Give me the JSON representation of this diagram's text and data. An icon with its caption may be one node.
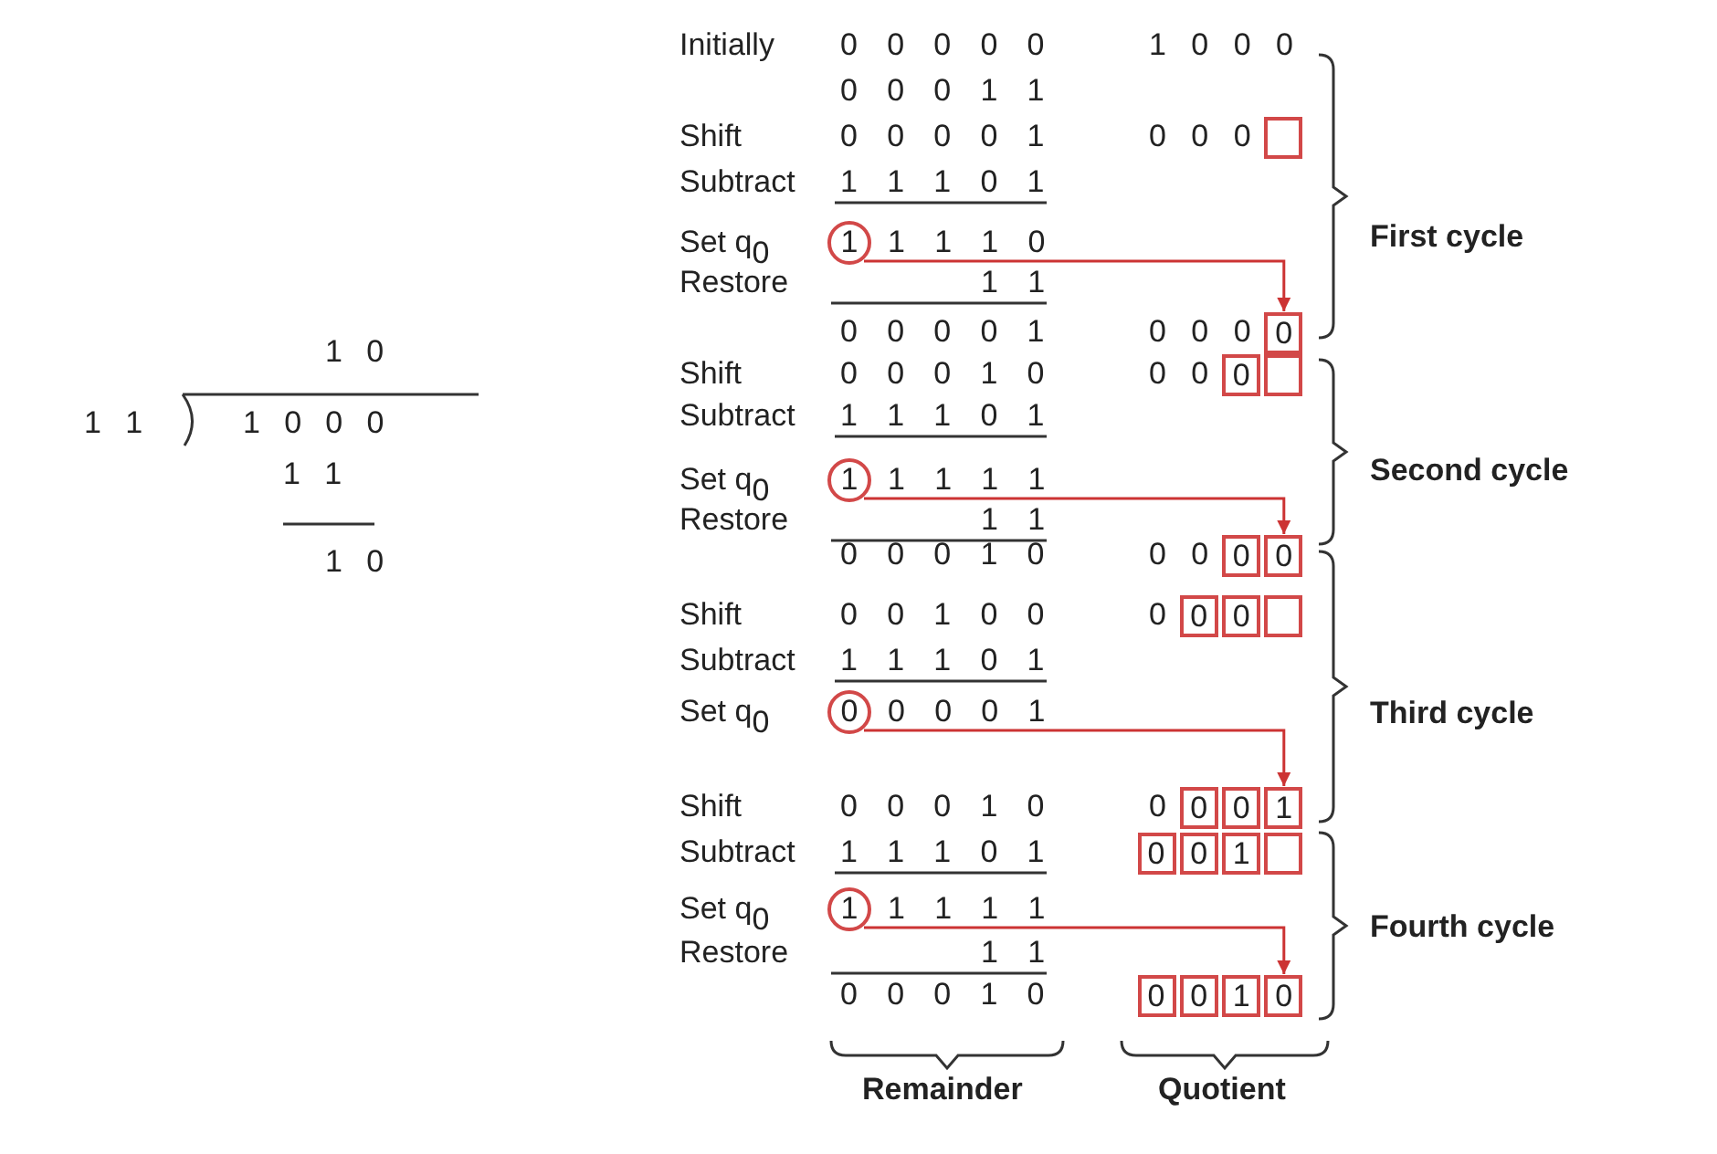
{
  "diagram": {
    "nodes": [
      {
        "text": [],
        "shape": "box"
      },
      {
        "text": [
          "1"
        ]
      },
      {
        "text": [
          "0"
        ]
      },
      {
        "text": [
          "0"
        ]
      },
      {
        "text": [],
        "shape": "box"
      },
      {
        "text": [
          "1"
        ]
      },
      {
        "text": [
          "0"
        ]
      },
      {
        "text": [
          "0"
        ]
      },
      {
        "text": [
          "0"
        ]
      },
      {
        "text": [
          "0"
        ]
      },
      {
        "text": [],
        "shape": "box"
      },
      {
        "text": [
          "0"
        ]
      },
      {
        "text": [
          "0"
        ]
      },
      {
        "text": [
          "0"
        ]
      },
      {
        "text": [
          "1"
        ]
      },
      {
        "text": [
          "0"
        ]
      },
      {
        "text": [
          "0"
        ]
      },
      {
        "text": [
          "1"
        ]
      },
      {
        "text": [],
        "shape": "box"
      },
      {
        "text": [
          "1"
        ]
      },
      {
        "text": [
          "0"
        ]
      },
      {
        "text": [
          "0"
        ]
      },
      {
        "text": [
          "1"
        ]
      },
      {
        "text": [
          "0"
        ]
      }
    ],
    "edges": [
      {
        "from": 1,
        "to": 2,
        "arrow": "to"
      },
      {
        "from": 5,
        "to": 7,
        "arrow": "to"
      },
      {
        "from": 11,
        "to": 14,
        "arrow": "to"
      },
      {
        "from": 19,
        "to": 23,
        "arrow": "to"
      }
    ],
    "labels": [
      "1 0",
      "1 1",
      "1 0 0 0",
      "1 1",
      "1 0",
      "Initially",
      "0 0 0 0 0",
      "1 0 0 0",
      "0 0 0 1 1",
      "Shift",
      "0 0 0 0 1",
      "0 0 0",
      "Subtract",
      "1 1 1 0 1",
      "Set q$_{0}$",
      "1 1 1 0",
      "First cycle",
      "Restore",
      "1 1",
      "0 0 0 0 1",
      "0 0 0",
      "Shift",
      "0 0 0 1 0",
      "0 0",
      "Subtract",
      "1 1 1 0 1",
      "Set q$_{0}$",
      "1 1 1 1",
      "Second cycle",
      "Restore",
      "1 1",
      "0 0 0 1 0",
      "0 0",
      "Shift",
      "0 0 1 0 0",
      "0",
      "Subtract",
      "1 1 1 0 1",
      "Set q$_{0}$",
      "0 0 0 1",
      "Third cycle",
      "Shift",
      "0 0 0 1 0",
      "0",
      "Subtract",
      "1 1 1 0 1",
      "Set q$_{0}$",
      "1 1 1 1",
      "Fourth cycle",
      "Restore",
      "1 1",
      "0 0 0 1 0",
      "Remainder",
      "Quotient"
    ]
  }
}
